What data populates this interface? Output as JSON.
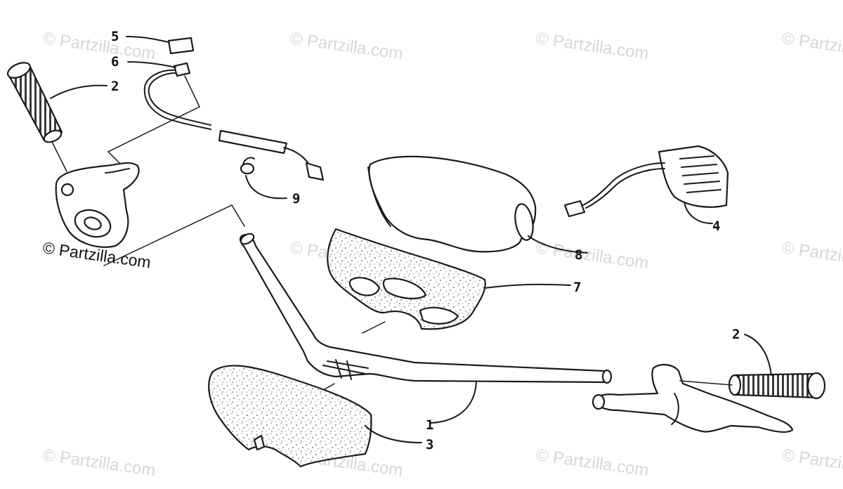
{
  "watermark": "© Partzilla.com",
  "copyright": "© Partzilla.com",
  "callouts": {
    "c1": "1",
    "c2a": "2",
    "c2b": "2",
    "c3": "3",
    "c4": "4",
    "c5": "5",
    "c6": "6",
    "c7": "7",
    "c8": "8",
    "c9": "9"
  },
  "parts": {
    "p1": "handlebar",
    "p2a": "grip-left",
    "p2b": "grip-right",
    "p3": "handlebar-pad-lower",
    "p4": "heater-element",
    "p5": "decal",
    "p6": "harness",
    "p7": "handlebar-pad-foam",
    "p8": "handlebar-pad-cover",
    "p9": "clip"
  }
}
